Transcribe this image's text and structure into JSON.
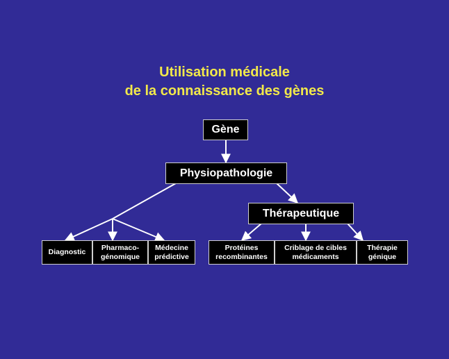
{
  "title": {
    "line1": "Utilisation médicale",
    "line2": "de la connaissance des gènes"
  },
  "nodes": {
    "gene": "Gène",
    "physiopathologie": "Physiopathologie",
    "therapeutique": "Thérapeutique",
    "diagnostic": "Diagnostic",
    "pharmacogenomique": {
      "line1": "Pharmaco-",
      "line2": "génomique"
    },
    "medecine_predictive": {
      "line1": "Médecine",
      "line2": "prédictive"
    },
    "proteines_recombinantes": {
      "line1": "Protéines",
      "line2": "recombinantes"
    },
    "criblage": {
      "line1": "Criblage de cibles",
      "line2": "médicaments"
    },
    "therapie_genique": {
      "line1": "Thérapie",
      "line2": "génique"
    }
  },
  "colors": {
    "background": "#312b96",
    "title": "#f2e94a",
    "box": "#000000",
    "box_border": "#cfcfcf",
    "arrow": "#ffffff"
  }
}
